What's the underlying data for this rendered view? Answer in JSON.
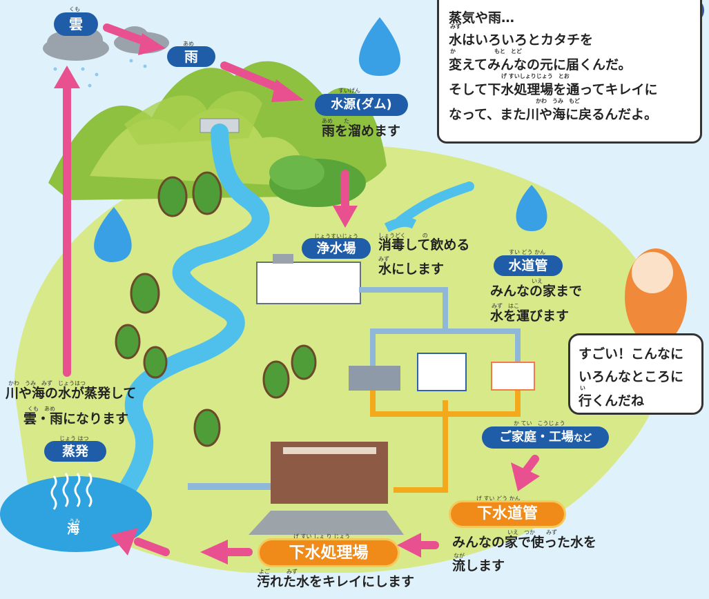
{
  "labels": {
    "cloud": {
      "title": "雲",
      "ruby": "くも"
    },
    "rain": {
      "title": "雨",
      "ruby": "あめ"
    },
    "dam": {
      "title": "水源(ダム)",
      "ruby": "すいげん",
      "desc": "雨を溜めます",
      "desc_ruby": "あめ　　た"
    },
    "purification": {
      "title": "浄水場",
      "ruby": "じょうすいじょう",
      "desc1": "消毒して飲める",
      "desc1_ruby": "しょうどく　　　の",
      "desc2": "水にします",
      "desc2_ruby": "みず"
    },
    "water_pipe": {
      "title": "水道管",
      "ruby": "すい どう かん",
      "desc1": "みんなの家まで",
      "desc1_ruby": "いえ",
      "desc2": "水を運びます",
      "desc2_ruby": "みず　はこ"
    },
    "homes": {
      "title": "ご家庭・工場",
      "suffix": "など",
      "ruby": "か てい　こうじょう"
    },
    "sewer_pipe": {
      "title": "下水道管",
      "ruby": "げ すい どう かん",
      "desc1": "みんなの家で使った水を",
      "desc1_ruby": "いえ　つか　　みず",
      "desc2": "流します",
      "desc2_ruby": "なが"
    },
    "treatment": {
      "title": "下水処理場",
      "ruby": "げ すい しょ り じょう",
      "desc": "汚れた水をキレイにします",
      "desc_ruby": "よご　　　みず"
    },
    "sea": {
      "title": "海",
      "ruby": "うみ"
    },
    "evaporation": {
      "title": "蒸発",
      "ruby": "じょう はつ",
      "desc1": "川や海の水が蒸発して",
      "desc1_ruby": "かわ　うみ　みず　じょうはつ",
      "desc2": "雲・雨になります",
      "desc2_ruby": "くも　あめ"
    }
  },
  "speech_top": {
    "lines": [
      "蒸気や雨…",
      "水はいろいろとカタチを",
      "変えてみんなの元に届くんだ。",
      "そして下水処理場を通ってキレイに",
      "なって、また川や海に戻るんだよ。"
    ],
    "ruby": [
      "",
      "みず",
      "か　　　　　　　もと　とど",
      "げ すいしょりじょう　とお",
      "かわ　うみ　もど"
    ]
  },
  "speech_girl": {
    "lines": [
      "すごい！こんなに",
      "いろんなところに",
      "行くんだね"
    ],
    "ruby": [
      "",
      "",
      "い"
    ]
  },
  "colors": {
    "label_blue": "#1f5da8",
    "label_orange": "#f08a18",
    "arrow_pink": "#e8508f",
    "river": "#4fc0ec",
    "land": "#d8e98a",
    "clean_pipe": "#8fb8d8",
    "sewer_line": "#f4a81c"
  }
}
